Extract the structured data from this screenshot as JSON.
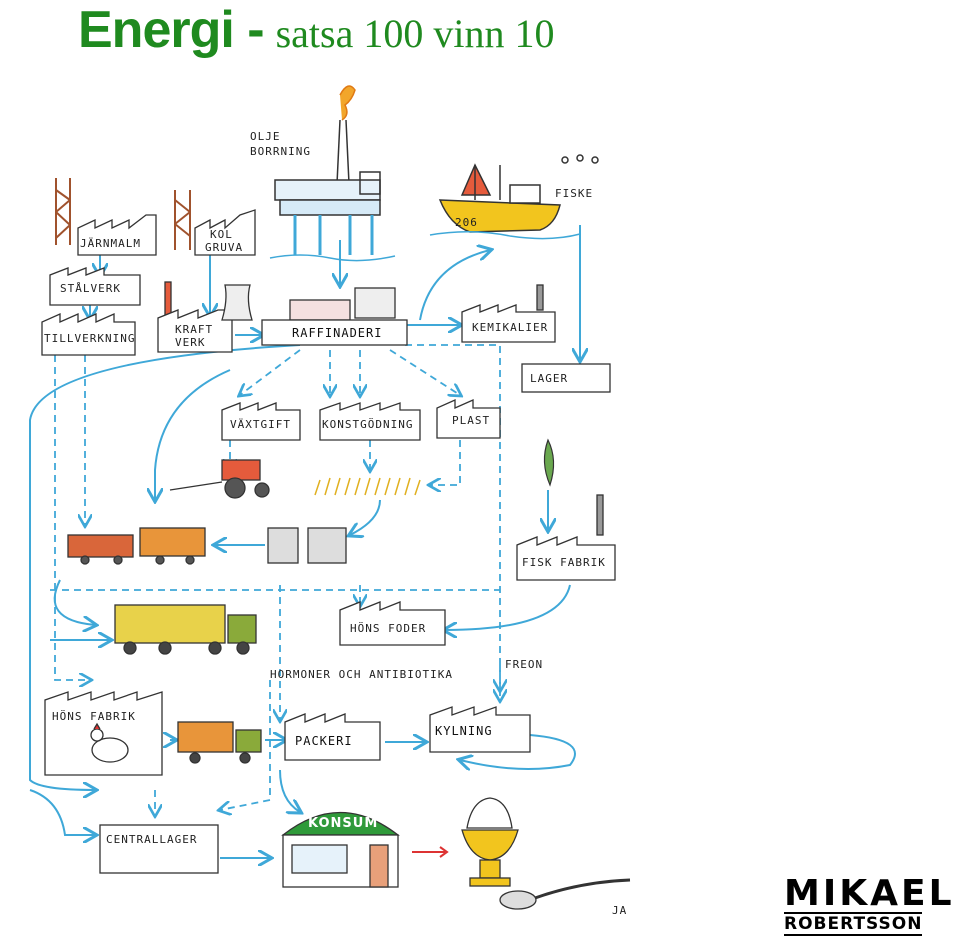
{
  "title": {
    "bold": "Energi -",
    "regular": "satsa 100 vinn 10"
  },
  "labels": {
    "olje": "OLJE",
    "borrning": "BORRNING",
    "fiske": "FISKE",
    "boat_number": "206",
    "jarnmalm": "JÄRNMALM",
    "kol": "KOL",
    "gruva": "GRUVA",
    "stalverk": "STÅLVERK",
    "tillverkning": "TILLVERKNING",
    "kraft": "KRAFT",
    "verk": "VERK",
    "raffinaderi": "RAFFINADERI",
    "kemikalier": "KEMIKALIER",
    "lager": "LAGER",
    "vaxtgift": "VÄXTGIFT",
    "konstgodning": "KONSTGÖDNING",
    "plast": "PLAST",
    "fisk_fabrik": "FISK FABRIK",
    "hons_foder": "HÖNS FODER",
    "hormoner": "HORMONER OCH ANTIBIOTIKA",
    "freon": "FREON",
    "hons_fabrik": "HÖNS FABRIK",
    "packeri": "PACKERI",
    "kylning": "KYLNING",
    "centrallager": "CENTRALLAGER",
    "konsum": "KONSUM",
    "signature": "JA"
  },
  "logo": {
    "line1": "MIKAEL",
    "line2": "ROBERTSSON"
  },
  "colors": {
    "title_green": "#1f8a1f",
    "arrow_blue": "#3fa8d8",
    "konsum_green": "#2f9a3a"
  }
}
